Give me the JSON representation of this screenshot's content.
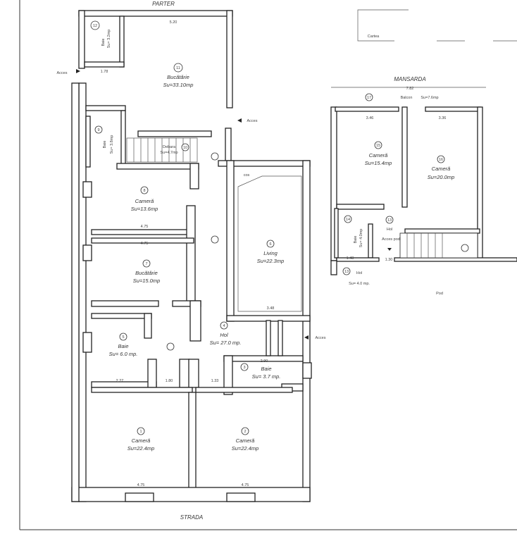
{
  "titles": {
    "parter": "PARTER",
    "mansarda": "MANSARDA",
    "strada": "STRADA",
    "pod": "Pod",
    "cos": "cos"
  },
  "legend_box": {
    "label": "Cartea"
  },
  "access": {
    "label": "Acces",
    "pod": "Acces pod"
  },
  "parter_rooms": [
    {
      "no": "1",
      "name": "Cameră",
      "area": "Su=22.4mp"
    },
    {
      "no": "2",
      "name": "Cameră",
      "area": "Su=22.4mp"
    },
    {
      "no": "3",
      "name": "Baie",
      "area": "Su= 3.7 mp."
    },
    {
      "no": "4",
      "name": "Hol",
      "area": "Su= 27.0 mp."
    },
    {
      "no": "5",
      "name": "Baie",
      "area": "Su= 6.0 mp."
    },
    {
      "no": "6",
      "name": "Living",
      "area": "Su=22.3mp"
    },
    {
      "no": "7",
      "name": "Bucătărie",
      "area": "Su=15.0mp"
    },
    {
      "no": "8",
      "name": "Cameră",
      "area": "Su=13.6mp"
    },
    {
      "no": "9",
      "name": "Baie",
      "area": "Su= 3.8mp"
    },
    {
      "no": "10",
      "name": "Debara",
      "area": "Su=4.7mp"
    },
    {
      "no": "11",
      "name": "Bucătărie",
      "area": "Su=33.10mp"
    },
    {
      "no": "12",
      "name": "Baie",
      "area": "Su= 3.2mp"
    }
  ],
  "mansarda_rooms": [
    {
      "no": "13",
      "name": "Hol",
      "area": "Su= 4.0 mp."
    },
    {
      "no": "14",
      "name": "Baie",
      "area": "Su= 4.0mp"
    },
    {
      "no": "15",
      "name": "Cameră",
      "area": "Su=15.4mp"
    },
    {
      "no": "16",
      "name": "Cameră",
      "area": "Su=20.0mp"
    },
    {
      "no": "17",
      "name": "Balcon",
      "area": "Su=7.6mp"
    }
  ],
  "dimensions": {
    "d475": "4.75",
    "d348": "3.48",
    "d520": "5.20",
    "d227": "2.27",
    "d180": "1.80",
    "d133": "1.33",
    "d290": "2.90",
    "d782": "7.82",
    "d346": "3.46",
    "d336": "3.36",
    "d148": "1.48",
    "d130": "1.30",
    "d178": "1.78"
  }
}
